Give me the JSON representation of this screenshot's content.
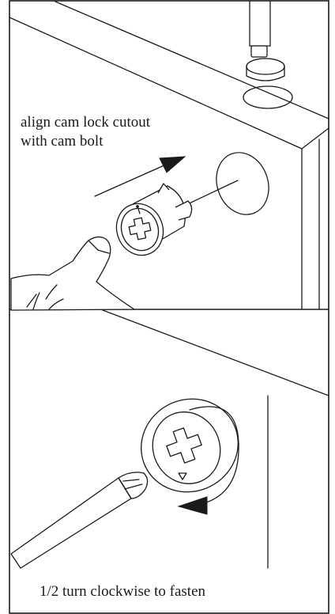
{
  "panels": {
    "top": {
      "caption_lines": [
        "align cam lock cutout",
        "with cam bolt"
      ]
    },
    "bottom": {
      "caption": "1/2  turn clockwise to fasten"
    }
  },
  "icons": {
    "cam_lock": "cam-lock-icon",
    "cam_bolt": "cam-bolt-icon",
    "screwdriver": "screwdriver-icon",
    "finger": "hand-icon",
    "rotation_arrow": "clockwise-arrow-icon"
  },
  "colors": {
    "ink": "#1a1a1a",
    "paper": "#ffffff"
  }
}
